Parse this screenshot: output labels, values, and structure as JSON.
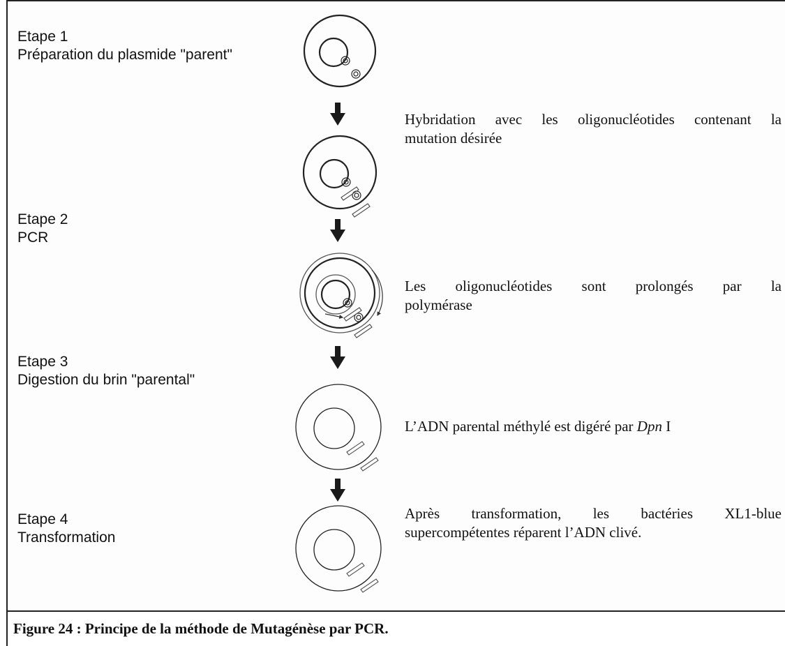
{
  "steps": [
    {
      "title": "Etape 1",
      "subtitle": "Préparation du plasmide \"parent\""
    },
    {
      "title": "Etape 2",
      "subtitle": "PCR"
    },
    {
      "title": "Etape 3",
      "subtitle": "Digestion du brin \"parental\""
    },
    {
      "title": "Etape 4",
      "subtitle": "Transformation"
    }
  ],
  "descriptions": [
    {
      "line1": "Hybridation avec les oligonucléotides contenant la",
      "line2": "mutation désirée"
    },
    {
      "line1": "Les oligonucléotides sont prolongés par la",
      "line2": "polymérase"
    },
    {
      "prefix": "L’ADN parental méthylé est digéré par ",
      "enzyme": "Dpn",
      "suffix": " I"
    },
    {
      "line1": "Après transformation, les bactéries XL1-blue",
      "line2": "supercompétentes réparent l’ADN clivé."
    }
  ],
  "caption": "Figure 24 : Principe de la méthode de Mutagénèse par PCR.",
  "colors": {
    "line": "#222222",
    "arrow": "#1a1a1a",
    "background": "#fdfdfd"
  }
}
